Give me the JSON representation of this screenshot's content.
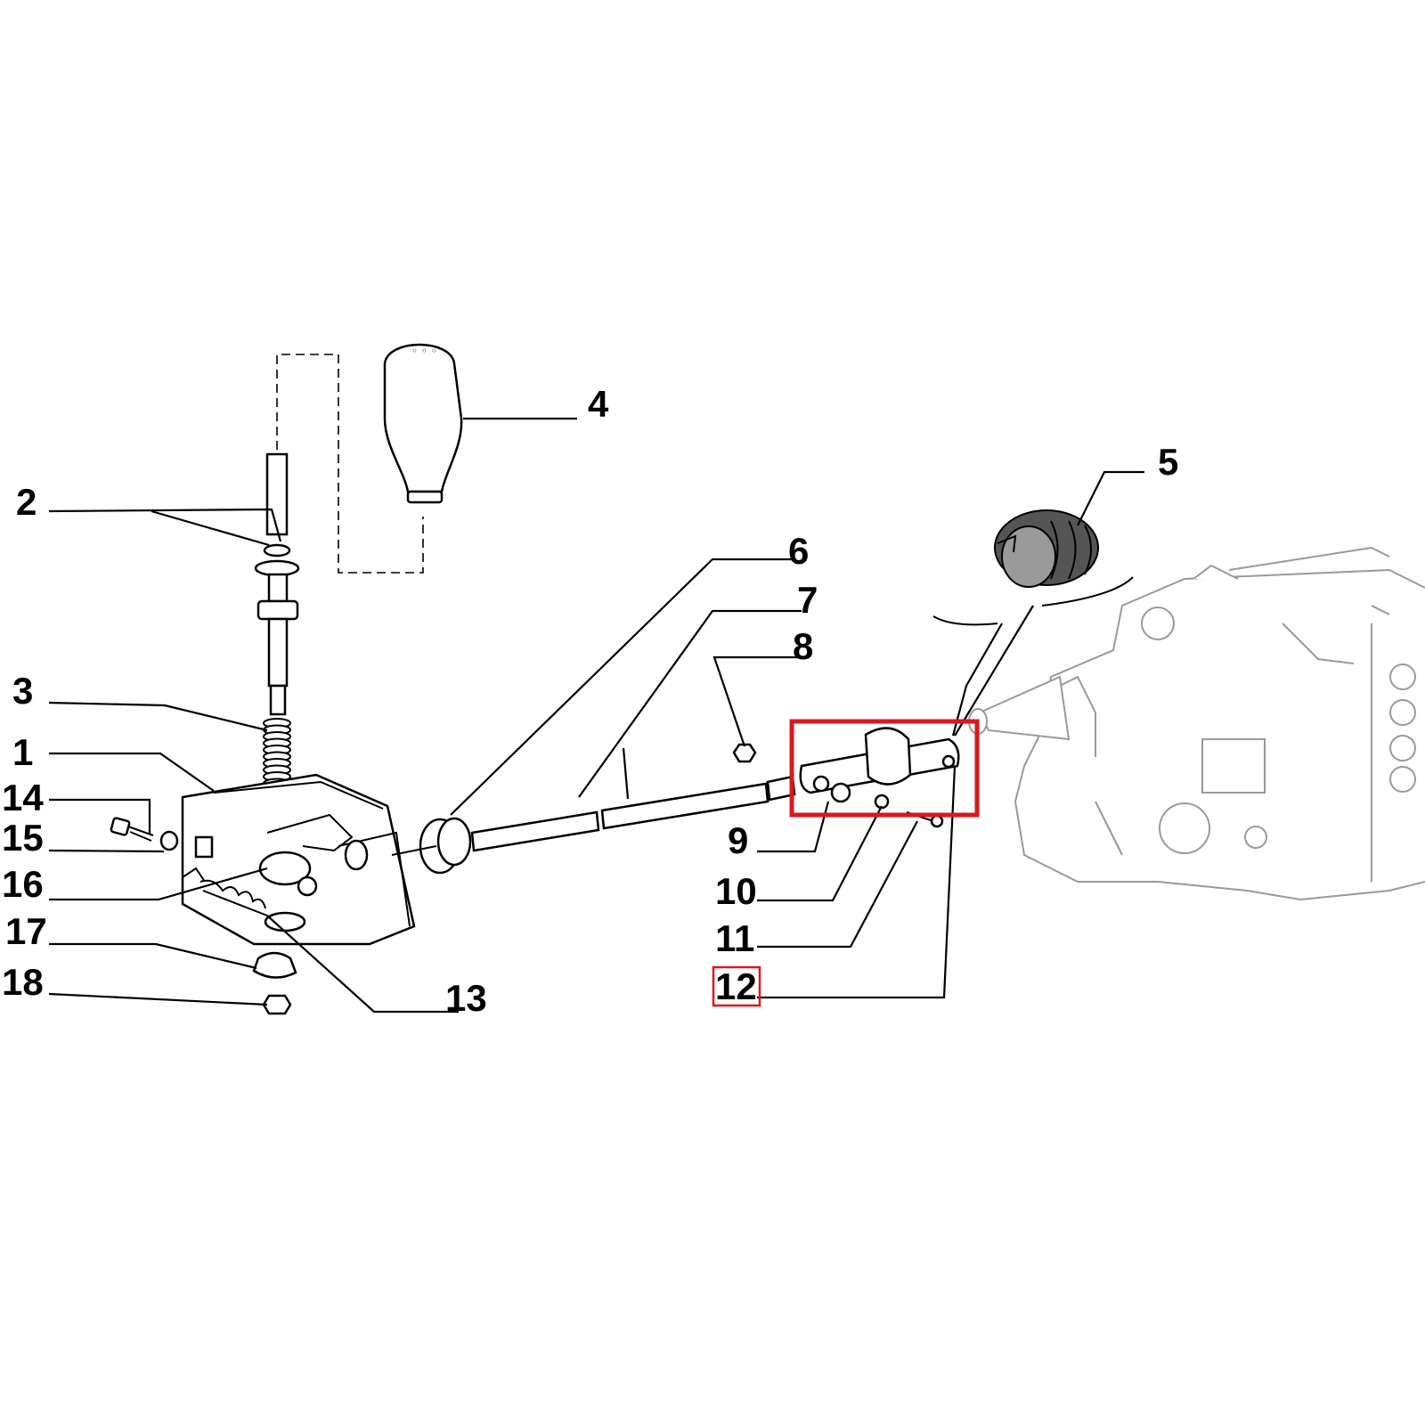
{
  "diagram": {
    "labels": [
      "1",
      "2",
      "3",
      "4",
      "5",
      "6",
      "7",
      "8",
      "9",
      "10",
      "11",
      "12",
      "13",
      "14",
      "15",
      "16",
      "17",
      "18"
    ],
    "highlight_color": "#d71920",
    "highlighted_label": "12"
  }
}
